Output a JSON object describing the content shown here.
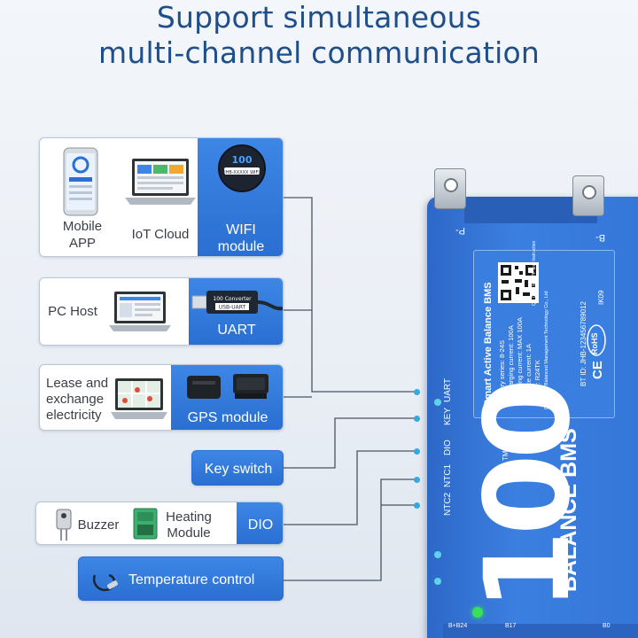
{
  "headline": {
    "line1": "Support simultaneous",
    "line2": "multi-channel communication"
  },
  "panels": {
    "wifi": {
      "mobile_label_1": "Mobile",
      "mobile_label_2": "APP",
      "iot_label": "IoT Cloud",
      "module_label_1": "WIFI",
      "module_label_2": "module",
      "module_id": "JHB-XXXXX WIFI",
      "module_logo": "100"
    },
    "uart": {
      "host_label": "PC Host",
      "module_label": "UART",
      "dongle_brand": "100 Converter",
      "dongle_label": "USB-UART"
    },
    "gps": {
      "lease_1": "Lease and",
      "lease_2": "exchange",
      "lease_3": "electricity",
      "module_label": "GPS module"
    },
    "key": {
      "label": "Key switch"
    },
    "dio": {
      "buzzer_label": "Buzzer",
      "heating_1": "Heating",
      "heating_2": "Module",
      "dio_label": "DIO"
    },
    "temp": {
      "label": "Temperature control"
    }
  },
  "bms": {
    "port_labels": [
      "UART",
      "KEY",
      "DIO",
      "NTC1",
      "NTC2"
    ],
    "terminal_left": "P-",
    "terminal_right": "B-",
    "product_name": "Smart Active Balance BMS",
    "specs": [
      "Battery series: 8-24S",
      "Discharging current: 100A",
      "Charging current: MAX 100A",
      "Balance current: 1A",
      "Model: R24TK"
    ],
    "company": "Dongguan Balanced Management Technology Co., Ltd",
    "qr_caption": "QR Code for APP and Instruction",
    "bt_id": "BT ID: JHB-123456789012",
    "code": "IK09",
    "logo_number": "100",
    "tm": "TM",
    "logo_text": "BALANCE BMS",
    "cert_ce": "CE",
    "cert_rohs": "RoHS",
    "bottom_labels": [
      "B+B24",
      "B17",
      "B0"
    ]
  },
  "colors": {
    "headline": "#1f4f8a",
    "accent_blue": "#2a6fd1",
    "board_blue": "#3376d8",
    "line": "#4a5560",
    "dot": "#35a8e0"
  }
}
